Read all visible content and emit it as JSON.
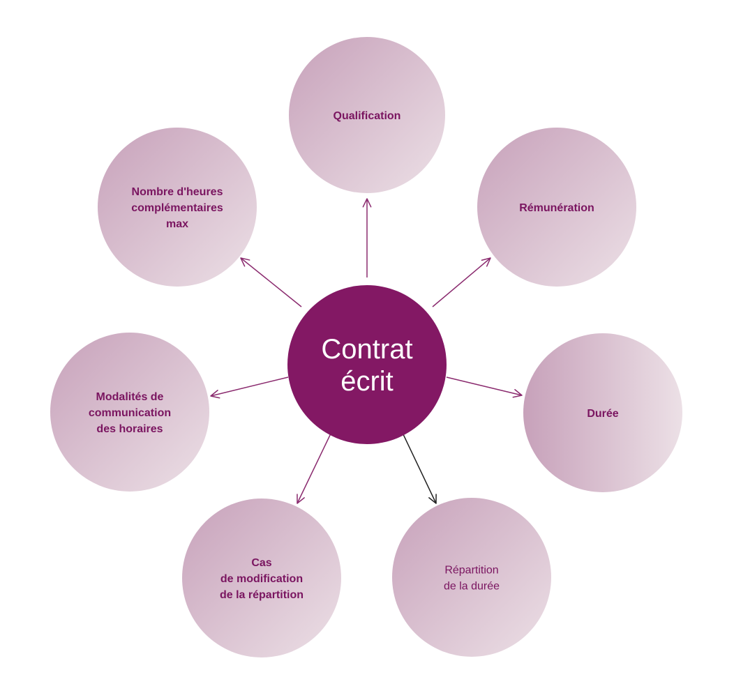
{
  "center": {
    "lines": [
      "Contrat",
      "écrit"
    ],
    "color": "#831864"
  },
  "colors": {
    "node_gradient_dark": "#c7a1ba",
    "node_gradient_light": "#ece0e6",
    "label_text": "#7a1560",
    "arrow": "#8a2a6e",
    "arrow_dark": "#222222"
  },
  "nodes": [
    {
      "id": "qualification",
      "lines": [
        "Qualification"
      ],
      "bold": true,
      "arrow_color": "arrow"
    },
    {
      "id": "remuneration",
      "lines": [
        "Rémunération"
      ],
      "bold": true,
      "arrow_color": "arrow"
    },
    {
      "id": "duree",
      "lines": [
        "Durée"
      ],
      "bold": true,
      "arrow_color": "arrow"
    },
    {
      "id": "repartition-duree",
      "lines": [
        "Répartition",
        "de la durée"
      ],
      "bold": false,
      "arrow_color": "arrow_dark"
    },
    {
      "id": "cas-modification",
      "lines": [
        "Cas",
        "de modification",
        "de la répartition"
      ],
      "bold": true,
      "arrow_color": "arrow"
    },
    {
      "id": "modalites-communication",
      "lines": [
        "Modalités de",
        "communication",
        "des horaires"
      ],
      "bold": true,
      "arrow_color": "arrow"
    },
    {
      "id": "nombre-heures",
      "lines": [
        "Nombre d'heures",
        "complémentaires",
        "max"
      ],
      "bold": true,
      "arrow_color": "arrow"
    }
  ]
}
